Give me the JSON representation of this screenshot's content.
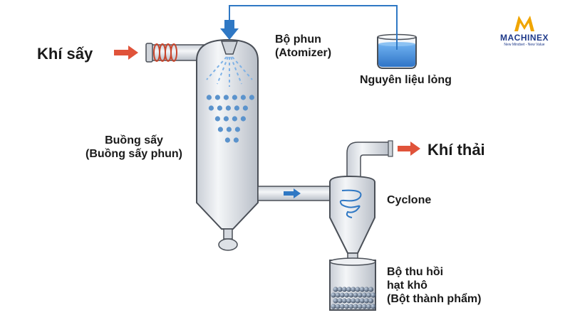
{
  "labels": {
    "drying_air": "Khí sấy",
    "atomizer_line1": "Bộ phun",
    "atomizer_line2": "(Atomizer)",
    "liquid_feed": "Nguyên liệu lỏng",
    "chamber_line1": "Buồng sấy",
    "chamber_line2": "(Buồng sấy phun)",
    "exhaust": "Khí thải",
    "cyclone": "Cyclone",
    "collector_line1": "Bộ thu hồi",
    "collector_line2": "hạt khô",
    "collector_line3": "(Bột thành phẩm)"
  },
  "logo": {
    "name": "MACHINEX",
    "tagline": "New Mindset - New Value"
  },
  "colors": {
    "vessel": "#e6e9ee",
    "outline": "#4a4f57",
    "arrow_red": "#e0533a",
    "arrow_blue": "#2f78c4",
    "droplet": "#5b93cc",
    "liquid": "#3c8ad8",
    "coil": "#c8452c",
    "logo_gold": "#f0a500",
    "logo_blue": "#1f3a8a"
  }
}
